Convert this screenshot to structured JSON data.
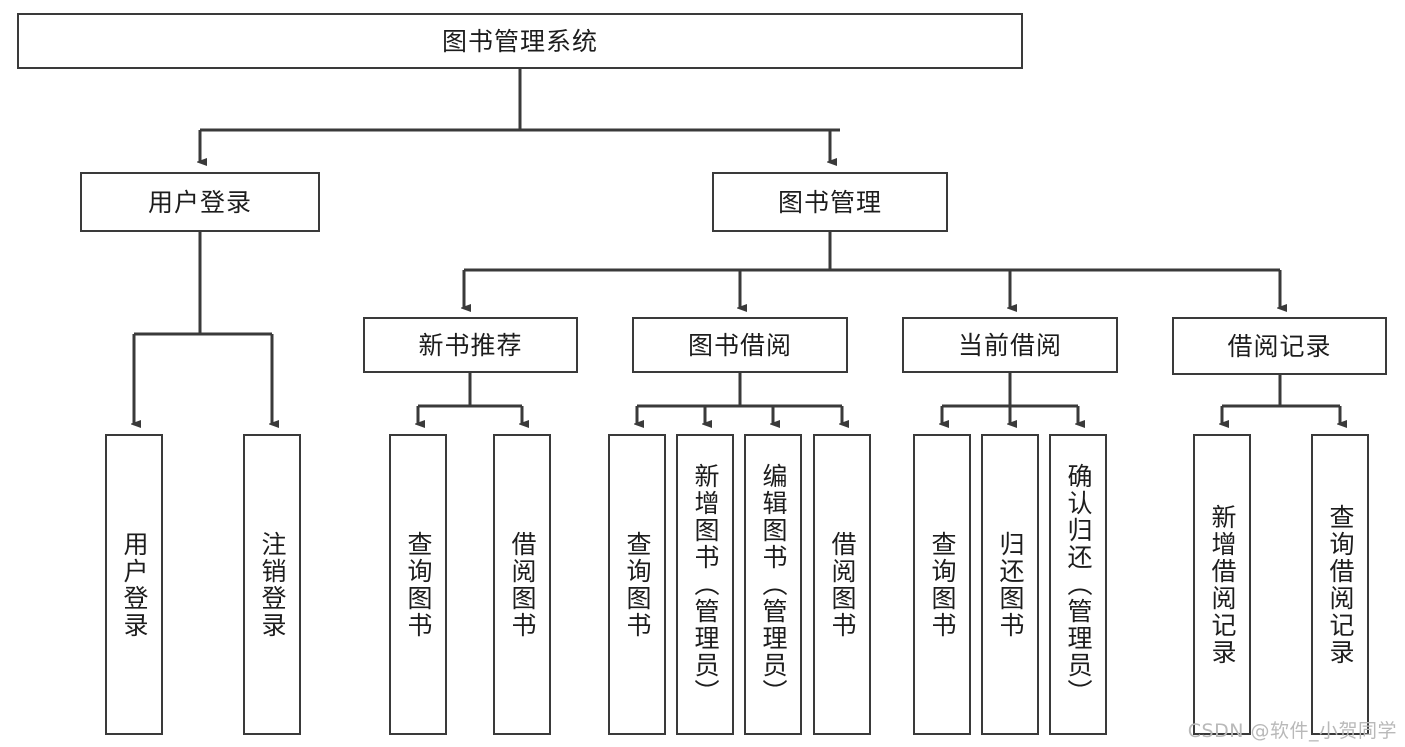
{
  "diagram": {
    "title": "图书管理系统",
    "type": "tree",
    "orientation": "top-down",
    "colors": {
      "background": "#ffffff",
      "stroke": "#3a3a3a",
      "text": "#1d1d1d",
      "watermark": "#b9b9b9"
    },
    "nodes": {
      "root": {
        "label": "图书管理系统",
        "orientation": "horizontal"
      },
      "level2": [
        {
          "id": "user-login",
          "label": "用户登录",
          "orientation": "horizontal"
        },
        {
          "id": "book-manage",
          "label": "图书管理",
          "orientation": "horizontal"
        }
      ],
      "level3": [
        {
          "id": "new-book-recommend",
          "label": "新书推荐",
          "orientation": "horizontal"
        },
        {
          "id": "book-borrow",
          "label": "图书借阅",
          "orientation": "horizontal"
        },
        {
          "id": "current-borrow",
          "label": "当前借阅",
          "orientation": "horizontal"
        },
        {
          "id": "borrow-record",
          "label": "借阅记录",
          "orientation": "horizontal"
        }
      ],
      "leaves": [
        {
          "id": "leaf-user-login",
          "parent": "user-login",
          "label": "用户登录",
          "orientation": "vertical"
        },
        {
          "id": "leaf-logout-login",
          "parent": "user-login",
          "label": "注销登录",
          "orientation": "vertical"
        },
        {
          "id": "leaf-query-book-1",
          "parent": "new-book-recommend",
          "label": "查询图书",
          "orientation": "vertical"
        },
        {
          "id": "leaf-borrow-book-1",
          "parent": "new-book-recommend",
          "label": "借阅图书",
          "orientation": "vertical"
        },
        {
          "id": "leaf-query-book-2",
          "parent": "book-borrow",
          "label": "查询图书",
          "orientation": "vertical"
        },
        {
          "id": "leaf-add-book",
          "parent": "book-borrow",
          "label": "新增图书（管理员）",
          "orientation": "vertical"
        },
        {
          "id": "leaf-edit-book",
          "parent": "book-borrow",
          "label": "编辑图书（管理员）",
          "orientation": "vertical"
        },
        {
          "id": "leaf-borrow-book-2",
          "parent": "book-borrow",
          "label": "借阅图书",
          "orientation": "vertical"
        },
        {
          "id": "leaf-query-book-3",
          "parent": "current-borrow",
          "label": "查询图书",
          "orientation": "vertical"
        },
        {
          "id": "leaf-return-book",
          "parent": "current-borrow",
          "label": "归还图书",
          "orientation": "vertical"
        },
        {
          "id": "leaf-confirm-return",
          "parent": "current-borrow",
          "label": "确认归还（管理员）",
          "orientation": "vertical"
        },
        {
          "id": "leaf-add-record",
          "parent": "borrow-record",
          "label": "新增借阅记录",
          "orientation": "vertical"
        },
        {
          "id": "leaf-query-record",
          "parent": "borrow-record",
          "label": "查询借阅记录",
          "orientation": "vertical"
        }
      ]
    },
    "watermark": "CSDN @软件_小贺同学"
  }
}
